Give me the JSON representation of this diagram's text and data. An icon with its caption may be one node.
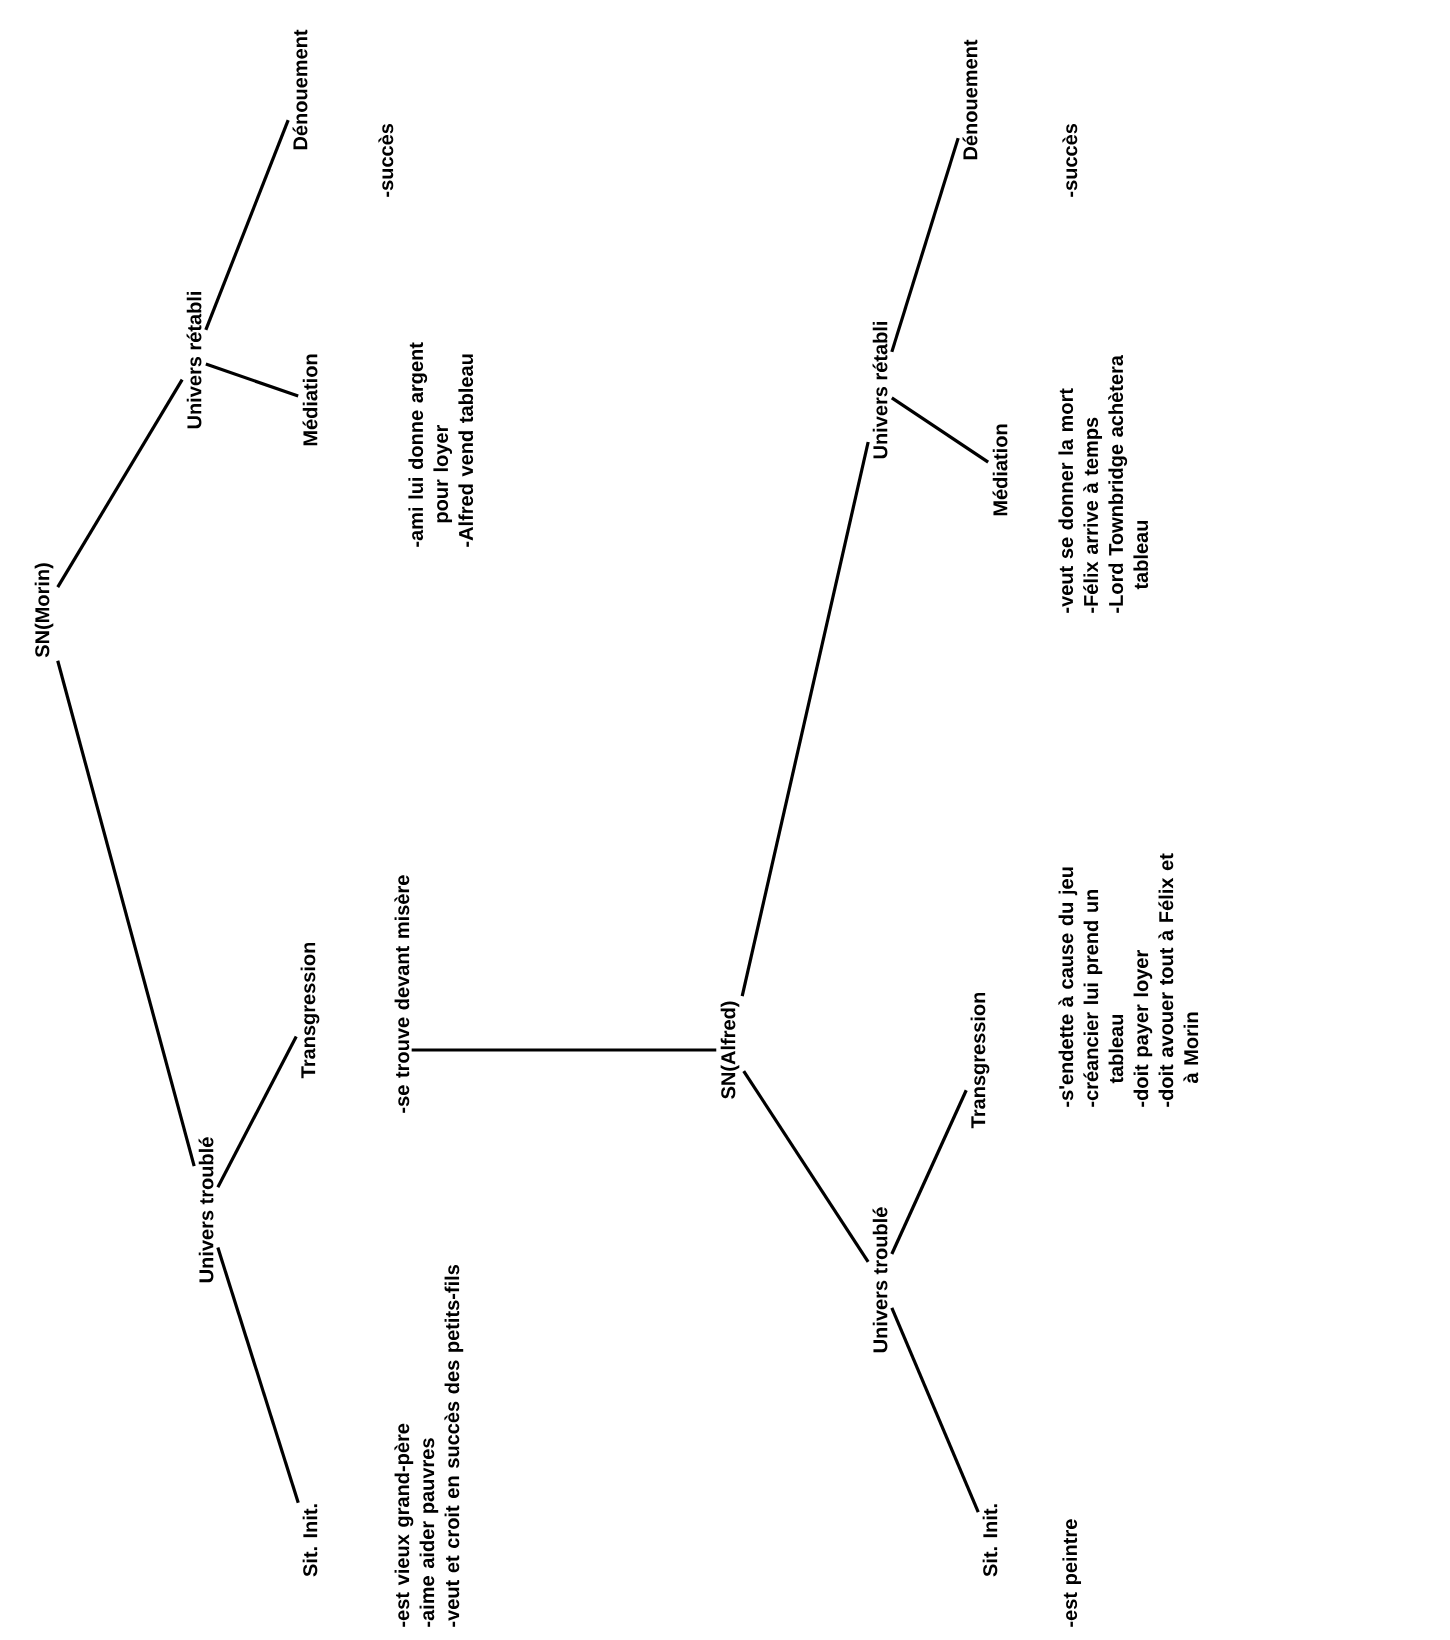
{
  "diagram": {
    "nodes": [
      {
        "text": [
          "SN(Morin)"
        ]
      },
      {
        "text": [
          "Univers troublé"
        ]
      },
      {
        "text": [
          "Univers rétabli"
        ]
      },
      {
        "text": [
          "Sit. Init."
        ]
      },
      {
        "text": [
          "Transgression"
        ]
      },
      {
        "text": [
          "Médiation"
        ]
      },
      {
        "text": [
          "Dénouement"
        ]
      },
      {
        "text": [
          "SN(Alfred)"
        ]
      },
      {
        "text": [
          "Univers troublé"
        ]
      },
      {
        "text": [
          "Univers rétabli"
        ]
      },
      {
        "text": [
          "Sit. Init."
        ]
      },
      {
        "text": [
          "Transgression"
        ]
      },
      {
        "text": [
          "Médiation"
        ]
      },
      {
        "text": [
          "Dénouement"
        ]
      },
      {
        "text": [
          "-se trouve devant misère"
        ]
      }
    ],
    "edges": [
      {
        "from": 0,
        "to": 1,
        "arrow": "none"
      },
      {
        "from": 0,
        "to": 2,
        "arrow": "none"
      },
      {
        "from": 1,
        "to": 3,
        "arrow": "none"
      },
      {
        "from": 1,
        "to": 4,
        "arrow": "none"
      },
      {
        "from": 2,
        "to": 5,
        "arrow": "none"
      },
      {
        "from": 2,
        "to": 6,
        "arrow": "none"
      },
      {
        "from": 14,
        "to": 7,
        "arrow": "none"
      },
      {
        "from": 7,
        "to": 8,
        "arrow": "none"
      },
      {
        "from": 7,
        "to": 9,
        "arrow": "none"
      },
      {
        "from": 8,
        "to": 10,
        "arrow": "none"
      },
      {
        "from": 8,
        "to": 11,
        "arrow": "none"
      },
      {
        "from": 9,
        "to": 12,
        "arrow": "none"
      },
      {
        "from": 9,
        "to": 13,
        "arrow": "none"
      }
    ],
    "labels": [
      "-est vieux grand-père",
      "-aime aider pauvres",
      "-veut et croit en succès des petits-fils",
      "-ami lui donne argent pour loyer",
      "-Alfred vend tableau",
      "-succès",
      "-est peintre",
      "-s'endette à cause du jeu",
      "-créancier lui prend un tableau",
      "-doit payer loyer",
      "-doit avouer tout à Félix et à Morin",
      "-veut se donner la mort",
      "-Félix arrive à temps",
      "-Lord Townbridge achètera tableau",
      "-succès"
    ]
  }
}
